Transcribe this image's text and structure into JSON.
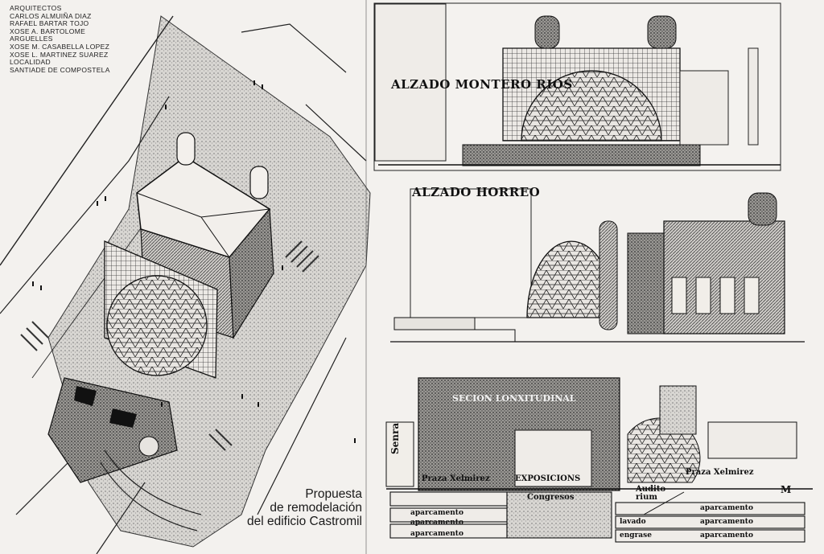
{
  "credits": [
    "ARQUITECTOS",
    "CARLOS ALMUIÑA DIAZ",
    "RAFAEL BARTAR TOJO",
    "XOSE A. BARTOLOME",
    "ARGUELLES",
    "XOSE M. CASABELLA LOPEZ",
    "XOSE L. MARTINEZ SUAREZ",
    "LOCALIDAD",
    "SANTIADE DE COMPOSTELA"
  ],
  "caption": {
    "line1": "Propuesta",
    "line2": "de remodelación",
    "line3": "del edificio Castromil"
  },
  "elevations": {
    "montero_rios": "ALZADO MONTERO RIOS",
    "horreo": "ALZADO HORREO"
  },
  "section": {
    "title": "SECION LONXITUDINAL",
    "senra": "Senra",
    "praza_xelmirez_left": "Praza Xelmirez",
    "exposicions": "EXPOSICIONS",
    "congresos": "Congresos",
    "auditorium": "Audito rium",
    "praza_xelmirez_right": "Praza Xelmirez",
    "aparcamento_1": "aparcamento",
    "aparcamento_2": "aparcamento",
    "aparcamento_3": "aparcamento",
    "aparcamento_r1": "aparcamento",
    "aparcamento_r2": "aparcamento",
    "aparcamento_r3": "aparcamento",
    "lavado": "lavado",
    "engrase": "engrase",
    "plan_label": "M"
  },
  "colors": {
    "paper": "#f3f1ee",
    "ink": "#1a1a1a",
    "stipple": "#8c8c8c"
  }
}
